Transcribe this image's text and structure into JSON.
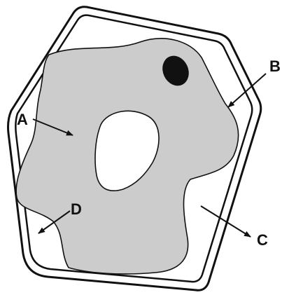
{
  "labels": {
    "a": "A",
    "b": "B",
    "c": "C",
    "d": "D"
  },
  "colors": {
    "wall": "#111111",
    "cytoplasm": "#cccccc",
    "nucleus": "#111111",
    "vacuole": "#ffffff",
    "background": "#ffffff"
  }
}
